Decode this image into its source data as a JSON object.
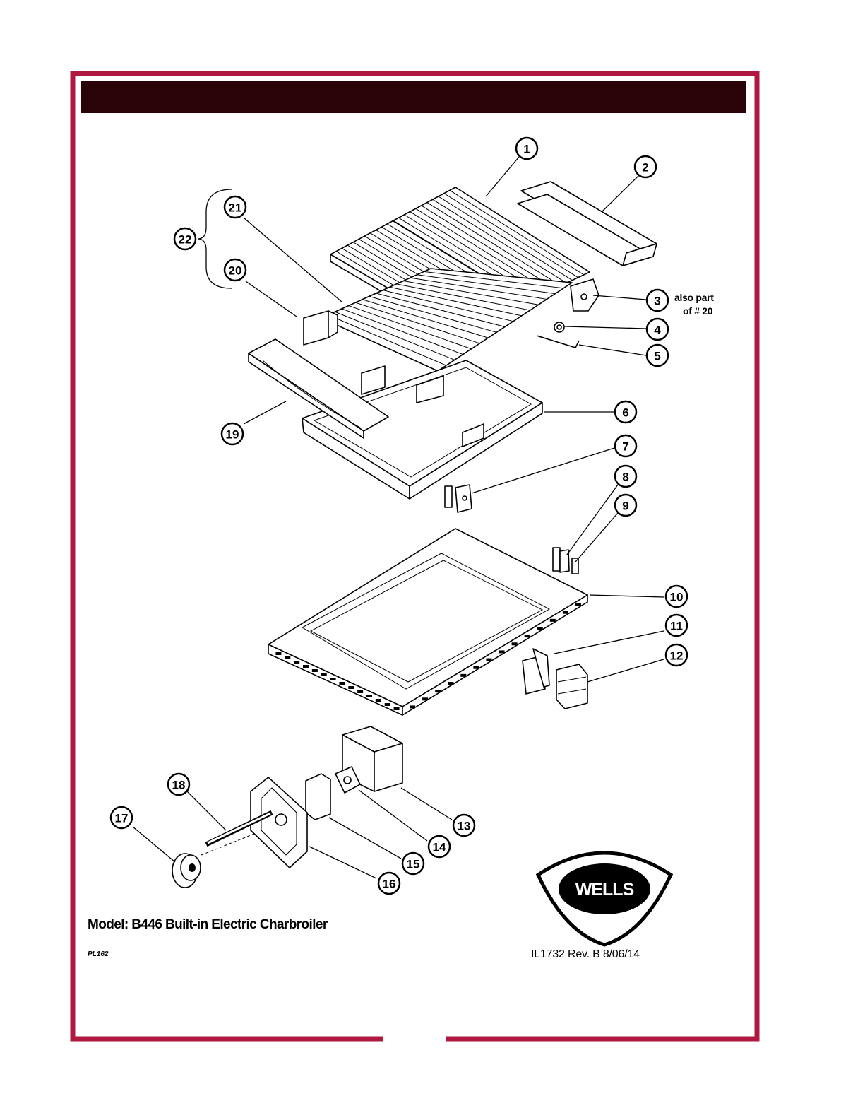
{
  "header": {
    "title": ""
  },
  "brand": {
    "logo_text": "WELLS"
  },
  "footer": {
    "model_title": "Model: B446 Built-in Electric Charbroiler",
    "doc_code": "PL162",
    "revision": "IL1732  Rev. B  8/06/14"
  },
  "notes": {
    "part3_line1": "also part",
    "part3_line2": "of # 20"
  },
  "callouts": [
    "1",
    "2",
    "3",
    "4",
    "5",
    "6",
    "7",
    "8",
    "9",
    "10",
    "11",
    "12",
    "13",
    "14",
    "15",
    "16",
    "17",
    "18",
    "19",
    "20",
    "21",
    "22"
  ],
  "colors": {
    "frame": "#b0183f",
    "header": "#2a0309",
    "ink": "#000000"
  }
}
